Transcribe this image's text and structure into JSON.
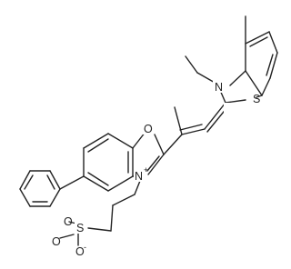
{
  "molecule": {
    "atoms": {
      "oxygen_ring": "O",
      "sulfur": "S",
      "nitrogen_thiazole": "N",
      "nitrogen_oxazole": "N",
      "sulfonate_s": "S",
      "sulfonate_o1": "O",
      "sulfonate_o2": "O",
      "sulfonate_o3": "O"
    },
    "charges": {
      "n_plus": "+",
      "o_minus": "-"
    }
  }
}
